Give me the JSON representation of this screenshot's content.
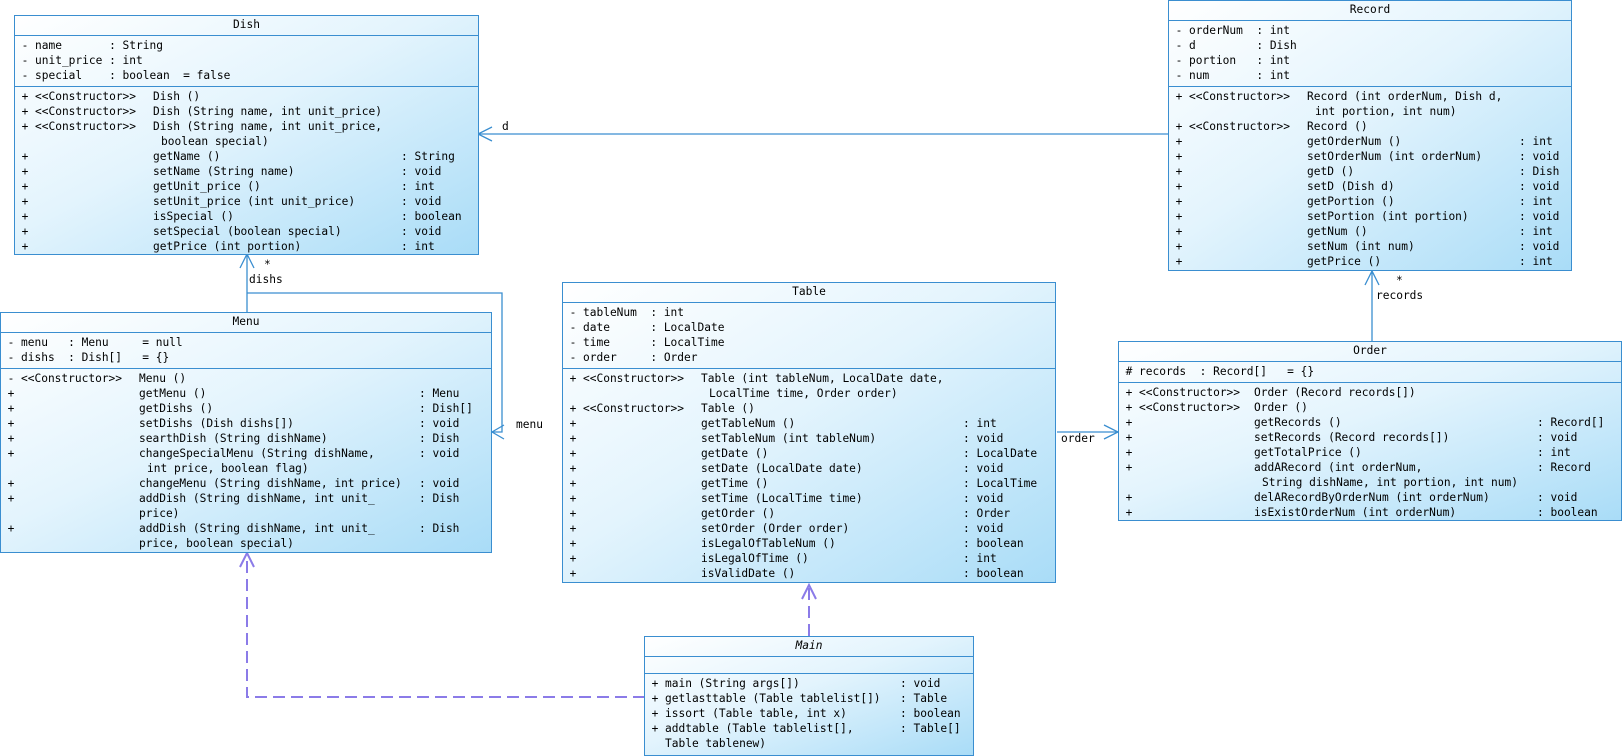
{
  "classes": {
    "dish": {
      "name": "Dish",
      "attributes": [
        {
          "vis": "-",
          "text": "name       : String"
        },
        {
          "vis": "-",
          "text": "unit_price : int"
        },
        {
          "vis": "-",
          "text": "special    : boolean  = false"
        }
      ],
      "methods": [
        {
          "vis": "+",
          "ctor": "<<Constructor>>",
          "sig": "Dish ()",
          "ret": ""
        },
        {
          "vis": "+",
          "ctor": "<<Constructor>>",
          "sig": "Dish (String name, int unit_price)",
          "ret": ""
        },
        {
          "vis": "+",
          "ctor": "<<Constructor>>",
          "sig": "Dish (String name, int unit_price,",
          "ret": ""
        },
        {
          "vis": "",
          "ctor": "",
          "sig": "boolean special)",
          "ret": "",
          "cont": true
        },
        {
          "vis": "+",
          "ctor": "",
          "sig": "getName ()",
          "ret": ": String"
        },
        {
          "vis": "+",
          "ctor": "",
          "sig": "setName (String name)",
          "ret": ": void"
        },
        {
          "vis": "+",
          "ctor": "",
          "sig": "getUnit_price ()",
          "ret": ": int"
        },
        {
          "vis": "+",
          "ctor": "",
          "sig": "setUnit_price (int unit_price)",
          "ret": ": void"
        },
        {
          "vis": "+",
          "ctor": "",
          "sig": "isSpecial ()",
          "ret": ": boolean"
        },
        {
          "vis": "+",
          "ctor": "",
          "sig": "setSpecial (boolean special)",
          "ret": ": void"
        },
        {
          "vis": "+",
          "ctor": "",
          "sig": "getPrice (int portion)",
          "ret": ": int"
        }
      ]
    },
    "record": {
      "name": "Record",
      "attributes": [
        {
          "vis": "-",
          "text": "orderNum  : int"
        },
        {
          "vis": "-",
          "text": "d         : Dish"
        },
        {
          "vis": "-",
          "text": "portion   : int"
        },
        {
          "vis": "-",
          "text": "num       : int"
        }
      ],
      "methods": [
        {
          "vis": "+",
          "ctor": "<<Constructor>>",
          "sig": "Record (int orderNum, Dish d,",
          "ret": ""
        },
        {
          "vis": "",
          "ctor": "",
          "sig": "int portion, int num)",
          "ret": "",
          "cont": true
        },
        {
          "vis": "+",
          "ctor": "<<Constructor>>",
          "sig": "Record ()",
          "ret": ""
        },
        {
          "vis": "+",
          "ctor": "",
          "sig": "getOrderNum ()",
          "ret": ": int"
        },
        {
          "vis": "+",
          "ctor": "",
          "sig": "setOrderNum (int orderNum)",
          "ret": ": void"
        },
        {
          "vis": "+",
          "ctor": "",
          "sig": "getD ()",
          "ret": ": Dish"
        },
        {
          "vis": "+",
          "ctor": "",
          "sig": "setD (Dish d)",
          "ret": ": void"
        },
        {
          "vis": "+",
          "ctor": "",
          "sig": "getPortion ()",
          "ret": ": int"
        },
        {
          "vis": "+",
          "ctor": "",
          "sig": "setPortion (int portion)",
          "ret": ": void"
        },
        {
          "vis": "+",
          "ctor": "",
          "sig": "getNum ()",
          "ret": ": int"
        },
        {
          "vis": "+",
          "ctor": "",
          "sig": "setNum (int num)",
          "ret": ": void"
        },
        {
          "vis": "+",
          "ctor": "",
          "sig": "getPrice ()",
          "ret": ": int"
        }
      ]
    },
    "menu": {
      "name": "Menu",
      "attributes": [
        {
          "vis": "-",
          "text": "menu   : Menu     = null"
        },
        {
          "vis": "-",
          "text": "dishs  : Dish[]   = {}"
        }
      ],
      "methods": [
        {
          "vis": "-",
          "ctor": "<<Constructor>>",
          "sig": "Menu ()",
          "ret": ""
        },
        {
          "vis": "+",
          "ctor": "",
          "sig": "getMenu ()",
          "ret": ": Menu"
        },
        {
          "vis": "+",
          "ctor": "",
          "sig": "getDishs ()",
          "ret": ": Dish[]"
        },
        {
          "vis": "+",
          "ctor": "",
          "sig": "setDishs (Dish dishs[])",
          "ret": ": void"
        },
        {
          "vis": "+",
          "ctor": "",
          "sig": "searthDish (String dishName)",
          "ret": ": Dish"
        },
        {
          "vis": "+",
          "ctor": "",
          "sig": "changeSpecialMenu (String dishName,",
          "ret": ": void"
        },
        {
          "vis": "",
          "ctor": "",
          "sig": "int price, boolean flag)",
          "ret": "",
          "cont": true
        },
        {
          "vis": "+",
          "ctor": "",
          "sig": "changeMenu (String dishName, int price)",
          "ret": ": void"
        },
        {
          "vis": "+",
          "ctor": "",
          "sig": "addDish (String dishName, int unit_",
          "ret": ": Dish"
        },
        {
          "vis": "",
          "ctor": "",
          "sig": "price)",
          "ret": ""
        },
        {
          "vis": "+",
          "ctor": "",
          "sig": "addDish (String dishName, int unit_",
          "ret": ": Dish"
        },
        {
          "vis": "",
          "ctor": "",
          "sig": "price, boolean special)",
          "ret": ""
        }
      ]
    },
    "table": {
      "name": "Table",
      "attributes": [
        {
          "vis": "-",
          "text": "tableNum  : int"
        },
        {
          "vis": "-",
          "text": "date      : LocalDate"
        },
        {
          "vis": "-",
          "text": "time      : LocalTime"
        },
        {
          "vis": "-",
          "text": "order     : Order"
        }
      ],
      "methods": [
        {
          "vis": "+",
          "ctor": "<<Constructor>>",
          "sig": "Table (int tableNum, LocalDate date,",
          "ret": ""
        },
        {
          "vis": "",
          "ctor": "",
          "sig": "LocalTime time, Order order)",
          "ret": "",
          "cont": true
        },
        {
          "vis": "+",
          "ctor": "<<Constructor>>",
          "sig": "Table ()",
          "ret": ""
        },
        {
          "vis": "+",
          "ctor": "",
          "sig": "getTableNum ()",
          "ret": ": int"
        },
        {
          "vis": "+",
          "ctor": "",
          "sig": "setTableNum (int tableNum)",
          "ret": ": void"
        },
        {
          "vis": "+",
          "ctor": "",
          "sig": "getDate ()",
          "ret": ": LocalDate"
        },
        {
          "vis": "+",
          "ctor": "",
          "sig": "setDate (LocalDate date)",
          "ret": ": void"
        },
        {
          "vis": "+",
          "ctor": "",
          "sig": "getTime ()",
          "ret": ": LocalTime"
        },
        {
          "vis": "+",
          "ctor": "",
          "sig": "setTime (LocalTime time)",
          "ret": ": void"
        },
        {
          "vis": "+",
          "ctor": "",
          "sig": "getOrder ()",
          "ret": ": Order"
        },
        {
          "vis": "+",
          "ctor": "",
          "sig": "setOrder (Order order)",
          "ret": ": void"
        },
        {
          "vis": "+",
          "ctor": "",
          "sig": "isLegalOfTableNum ()",
          "ret": ": boolean"
        },
        {
          "vis": "+",
          "ctor": "",
          "sig": "isLegalOfTime ()",
          "ret": ": int"
        },
        {
          "vis": "+",
          "ctor": "",
          "sig": "isValidDate ()",
          "ret": ": boolean"
        }
      ]
    },
    "order": {
      "name": "Order",
      "attributes": [
        {
          "vis": "#",
          "text": "records  : Record[]   = {}"
        }
      ],
      "methods": [
        {
          "vis": "+",
          "ctor": "<<Constructor>>",
          "sig": "Order (Record records[])",
          "ret": ""
        },
        {
          "vis": "+",
          "ctor": "<<Constructor>>",
          "sig": "Order ()",
          "ret": ""
        },
        {
          "vis": "+",
          "ctor": "",
          "sig": "getRecords ()",
          "ret": ": Record[]"
        },
        {
          "vis": "+",
          "ctor": "",
          "sig": "setRecords (Record records[])",
          "ret": ": void"
        },
        {
          "vis": "+",
          "ctor": "",
          "sig": "getTotalPrice ()",
          "ret": ": int"
        },
        {
          "vis": "+",
          "ctor": "",
          "sig": "addARecord (int orderNum,",
          "ret": ": Record"
        },
        {
          "vis": "",
          "ctor": "",
          "sig": "String dishName, int portion, int num)",
          "ret": "",
          "cont": true
        },
        {
          "vis": "+",
          "ctor": "",
          "sig": "delARecordByOrderNum (int orderNum)",
          "ret": ": void"
        },
        {
          "vis": "+",
          "ctor": "",
          "sig": "isExistOrderNum (int orderNum)",
          "ret": ": boolean"
        }
      ]
    },
    "main": {
      "name": "Main",
      "attributes": [],
      "methods": [
        {
          "vis": "+",
          "ctor": "",
          "sig": "main (String args[])",
          "ret": ": void"
        },
        {
          "vis": "+",
          "ctor": "",
          "sig": "getlasttable (Table tablelist[])",
          "ret": ": Table"
        },
        {
          "vis": "+",
          "ctor": "",
          "sig": "issort (Table table, int x)",
          "ret": ": boolean"
        },
        {
          "vis": "+",
          "ctor": "",
          "sig": "addtable (Table tablelist[],",
          "ret": ": Table[]"
        },
        {
          "vis": "",
          "ctor": "",
          "sig": "Table tablenew)",
          "ret": ""
        }
      ]
    }
  },
  "associations": {
    "record_d": {
      "role": "d"
    },
    "menu_dishs": {
      "role": "dishs",
      "multiplicity": "*"
    },
    "table_menu": {
      "role": "menu"
    },
    "table_order": {
      "role": "order"
    },
    "order_records": {
      "role": "records",
      "multiplicity": "*"
    }
  },
  "colors": {
    "border": "#3a8ed0",
    "line": "#3a8ed0",
    "dependency": "#8b7be8"
  }
}
